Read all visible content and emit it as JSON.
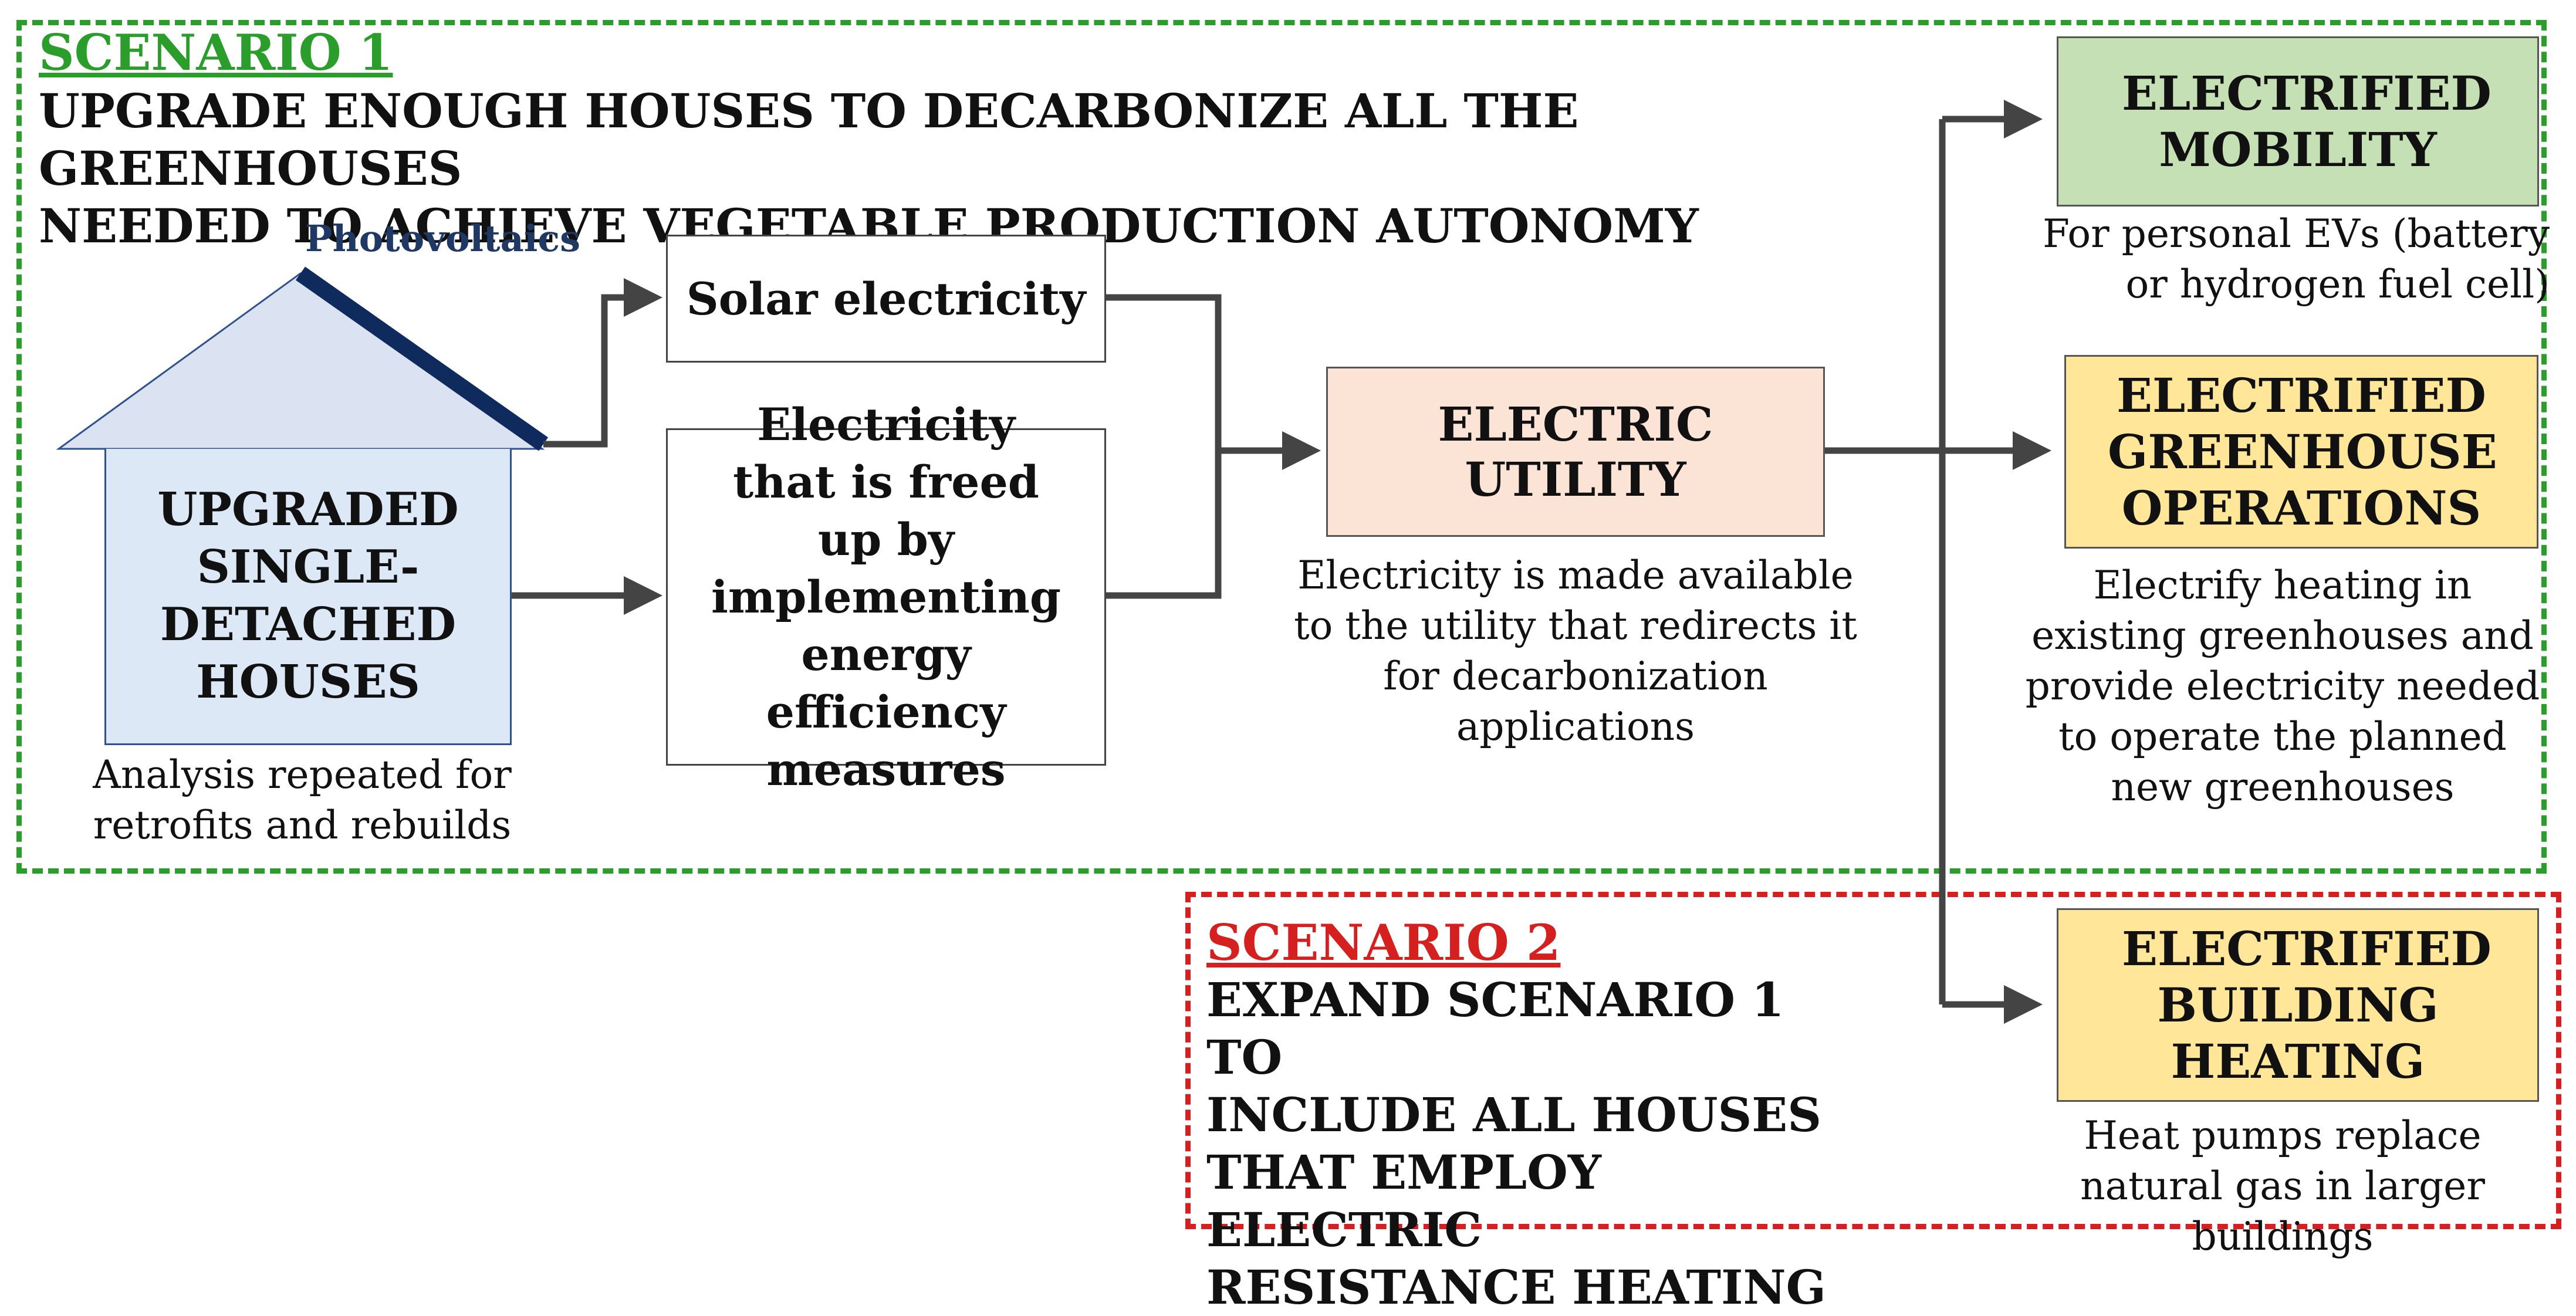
{
  "scenario1": {
    "label": "SCENARIO 1",
    "description": "UPGRADE ENOUGH HOUSES TO DECARBONIZE ALL THE GREENHOUSES\nNEEDED TO ACHIEVE VEGETABLE PRODUCTION AUTONOMY",
    "border_color": "#2a9d2a"
  },
  "scenario2": {
    "label": "SCENARIO 2",
    "description": "EXPAND SCENARIO 1 TO\nINCLUDE ALL HOUSES\nTHAT EMPLOY ELECTRIC\nRESISTANCE HEATING",
    "border_color": "#d61f1f"
  },
  "house": {
    "roof_label": "Photovoltaics",
    "body_label": "UPGRADED SINGLE-DETACHED HOUSES",
    "caption": "Analysis repeated for retrofits and rebuilds",
    "roof_color": "#dbe3f3",
    "body_color": "#dde8f6",
    "panel_color": "#0f2a5c"
  },
  "solar_box": {
    "label": "Solar electricity"
  },
  "efficiency_box": {
    "label": "Electricity that is freed up by implementing energy efficiency measures"
  },
  "utility": {
    "label": "ELECTRIC UTILITY",
    "caption": "Electricity is made available to the utility that redirects it for decarbonization applications",
    "color": "#fbe4d6"
  },
  "outputs": [
    {
      "label": "ELECTRIFIED MOBILITY",
      "caption": "For personal EVs (battery or hydrogen fuel cell)",
      "color": "#c5e0b4"
    },
    {
      "label": "ELECTRIFIED GREENHOUSE OPERATIONS",
      "caption": "Electrify heating in existing greenhouses and provide electricity needed to operate the planned new greenhouses",
      "color": "#ffe699"
    },
    {
      "label": "ELECTRIFIED BUILDING HEATING",
      "caption": "Heat pumps replace natural gas in larger buildings",
      "color": "#ffe699"
    }
  ]
}
